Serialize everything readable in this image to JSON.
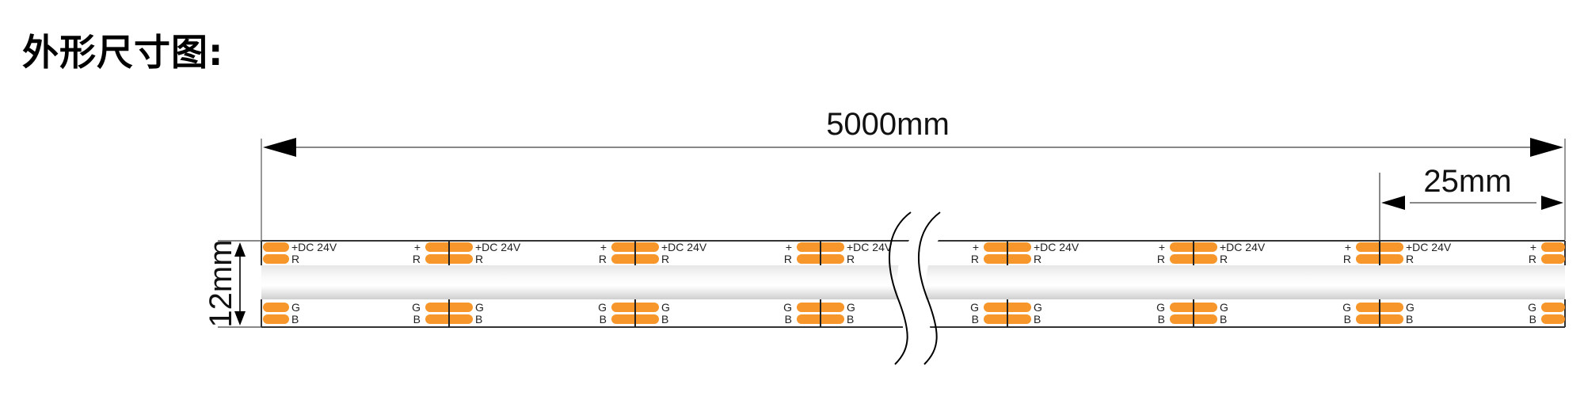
{
  "title": "外形尺寸图:",
  "dimensions": {
    "total_length": "5000mm",
    "segment_length": "25mm",
    "width": "12mm"
  },
  "strip": {
    "pad_color": "#F7962A",
    "band_color": "#EDEDED",
    "outline_color": "#333333",
    "labels": {
      "plus": "+",
      "dc": "+DC 24V",
      "r": "R",
      "g": "G",
      "b": "B"
    },
    "segment_count_visible": 7,
    "break_symbol": "break-mark"
  }
}
